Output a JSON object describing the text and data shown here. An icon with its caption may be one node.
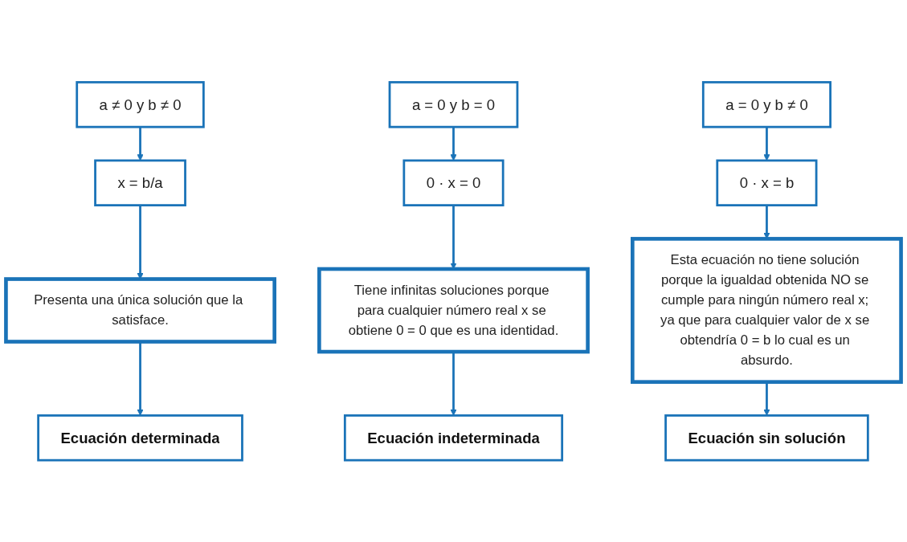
{
  "diagram": {
    "nodes": [
      {
        "text": [
          "a ≠ 0   y   b ≠ 0"
        ]
      },
      {
        "text": [
          "a = 0   y   b = 0"
        ]
      },
      {
        "text": [
          "a = 0   y   b ≠ 0"
        ]
      },
      {
        "text": [
          "x = b/a"
        ]
      },
      {
        "text": [
          "0 · x = 0"
        ]
      },
      {
        "text": [
          "0 · x = b"
        ]
      },
      {
        "text": [
          "Presenta una única solución que la satisface."
        ]
      },
      {
        "text": [
          "Tiene infinitas soluciones porque para cualquier número real x se obtiene 0 = 0 que es una identidad."
        ]
      },
      {
        "text": [
          "Esta ecuación no tiene solución porque la igualdad obtenida NO se cumple para ningún número real x; ya que para cualquier valor de x se obtendría 0 = b lo cual es un absurdo."
        ]
      },
      {
        "text": [
          "Ecuación determinada"
        ]
      },
      {
        "text": [
          "Ecuación indeterminada"
        ]
      },
      {
        "text": [
          "Ecuación sin solución"
        ]
      }
    ],
    "edges": [
      {
        "from": 0,
        "to": 3,
        "arrow": "to"
      },
      {
        "from": 3,
        "to": 6,
        "arrow": "to"
      },
      {
        "from": 6,
        "to": 9,
        "arrow": "to"
      },
      {
        "from": 1,
        "to": 4,
        "arrow": "to"
      },
      {
        "from": 4,
        "to": 7,
        "arrow": "to"
      },
      {
        "from": 7,
        "to": 10,
        "arrow": "to"
      },
      {
        "from": 2,
        "to": 5,
        "arrow": "to"
      },
      {
        "from": 5,
        "to": 8,
        "arrow": "to"
      },
      {
        "from": 8,
        "to": 11,
        "arrow": "to"
      }
    ]
  }
}
